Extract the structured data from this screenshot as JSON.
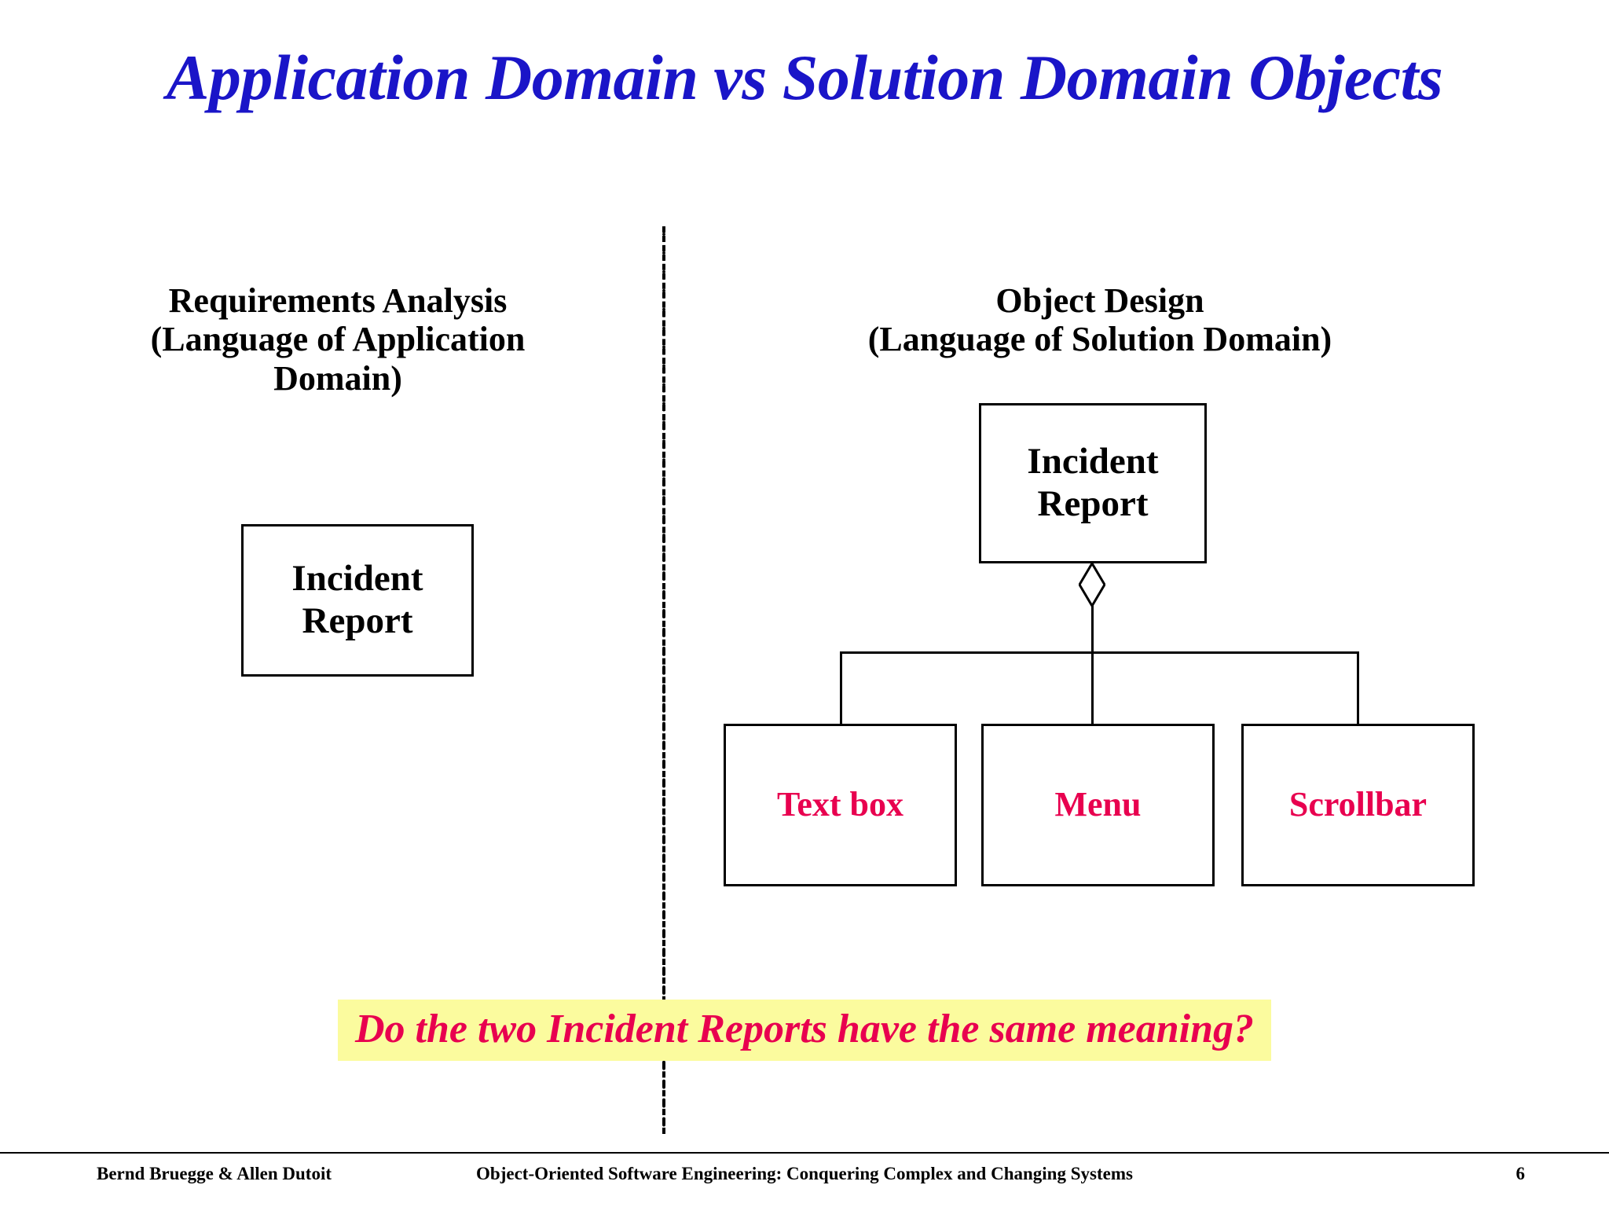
{
  "slide": {
    "title": "Application Domain vs Solution Domain Objects",
    "title_color": "#1a15c8",
    "background": "#ffffff"
  },
  "columns": {
    "left": {
      "heading_line1": "Requirements Analysis",
      "heading_line2": "(Language of Application Domain)",
      "box_label": "Incident Report"
    },
    "right": {
      "heading_line1": "Object Design",
      "heading_line2": "(Language of Solution Domain)",
      "parent_box_label": "Incident Report",
      "children": [
        {
          "label": "Text box"
        },
        {
          "label": "Menu"
        },
        {
          "label": "Scrollbar"
        }
      ],
      "relationship": "aggregation"
    }
  },
  "caption": {
    "text": "Do the two Incident Reports have the same meaning?",
    "text_color": "#e8004f",
    "highlight_color": "#fbfb9e"
  },
  "footer": {
    "authors": "Bernd Bruegge & Allen Dutoit",
    "book_title": "Object-Oriented Software Engineering: Conquering Complex and Changing Systems",
    "page_number": "6"
  }
}
